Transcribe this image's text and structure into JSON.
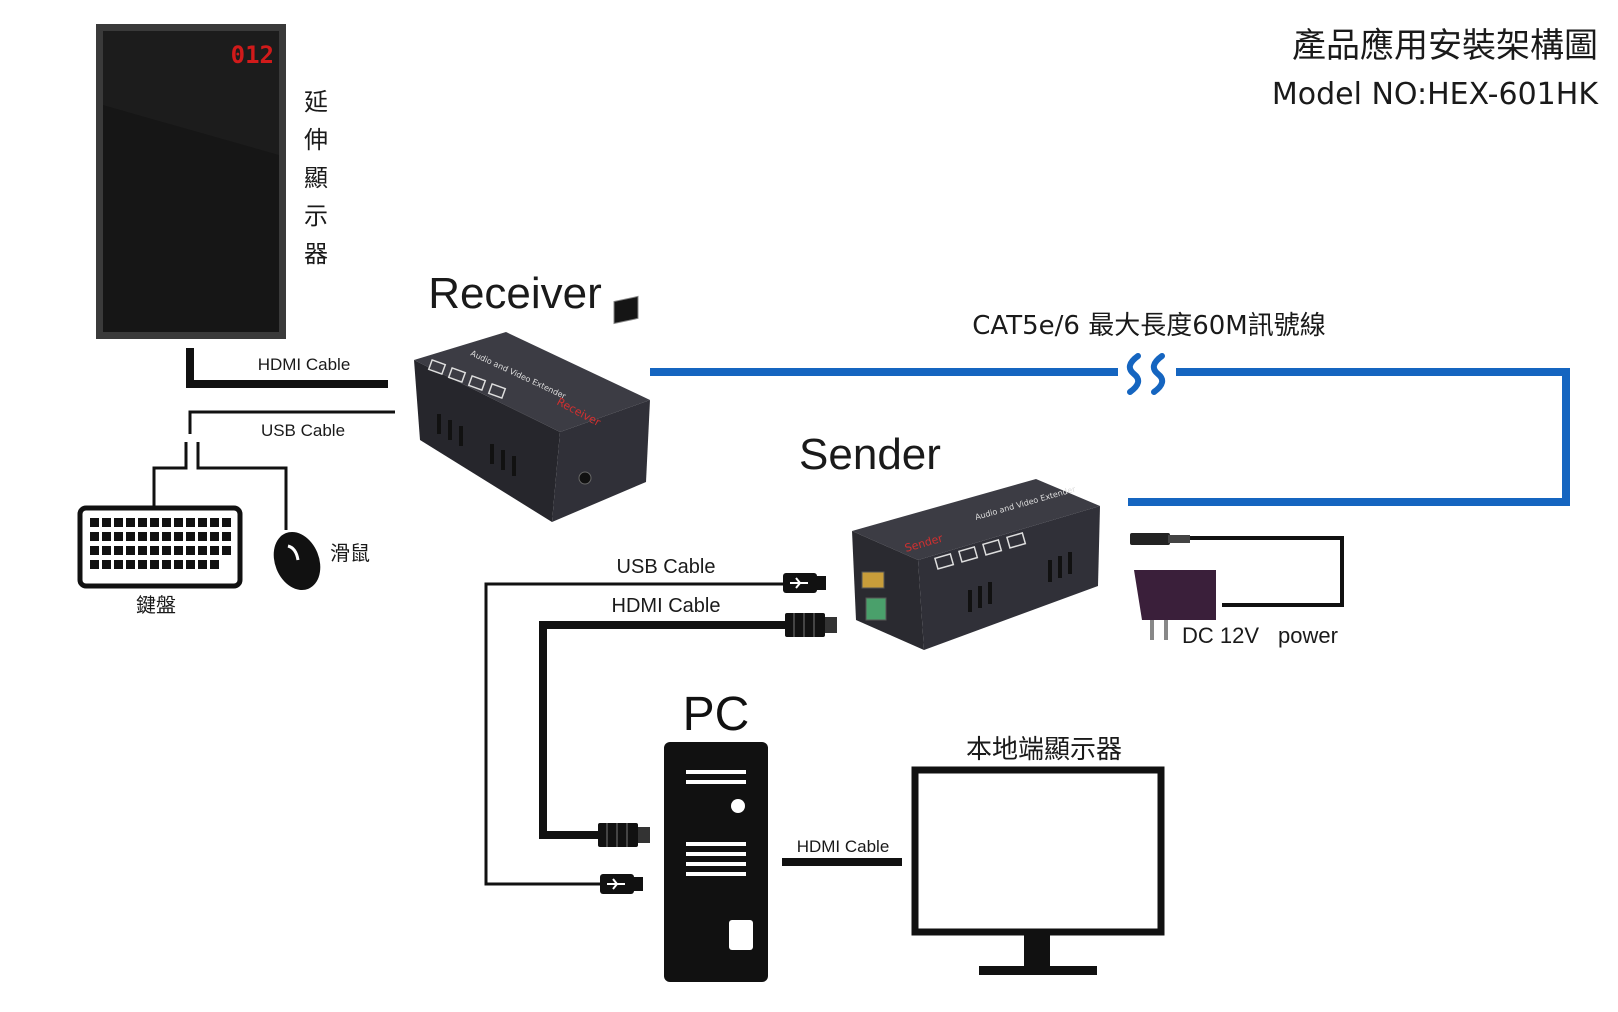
{
  "header": {
    "title_cn": "產品應用安裝架構圖",
    "model": "Model NO:HEX-601HK"
  },
  "remote_display": {
    "number": "012",
    "label_chars": [
      "延",
      "伸",
      "顯",
      "示",
      "器"
    ]
  },
  "receiver": {
    "label": "Receiver",
    "device_text": "Audio and Video Extender",
    "device_red": "Receiver"
  },
  "sender": {
    "label": "Sender",
    "device_text": "Audio and Video Extender",
    "device_red": "Sender"
  },
  "cables": {
    "remote_hdmi": "HDMI Cable",
    "remote_usb": "USB Cable",
    "cat": "CAT5e/6 最大長度60M訊號線",
    "pc_usb": "USB Cable",
    "pc_hdmi": "HDMI Cable",
    "local_hdmi": "HDMI Cable"
  },
  "peripherals": {
    "keyboard": "鍵盤",
    "mouse": "滑鼠"
  },
  "power": {
    "label_dc": "DC 12V",
    "label_power": "power"
  },
  "pc": {
    "label": "PC"
  },
  "local_display": {
    "label": "本地端顯示器"
  },
  "colors": {
    "cat_cable": "#1565c0",
    "device_body": "#2b2b30",
    "panel_number": "#d11a1a"
  },
  "icons": [
    "break-symbol-icon",
    "usb-plug-icon",
    "hdmi-plug-icon",
    "dc-plug-icon",
    "power-adapter-icon",
    "keyboard-icon",
    "mouse-icon",
    "pc-tower-icon",
    "monitor-icon"
  ]
}
